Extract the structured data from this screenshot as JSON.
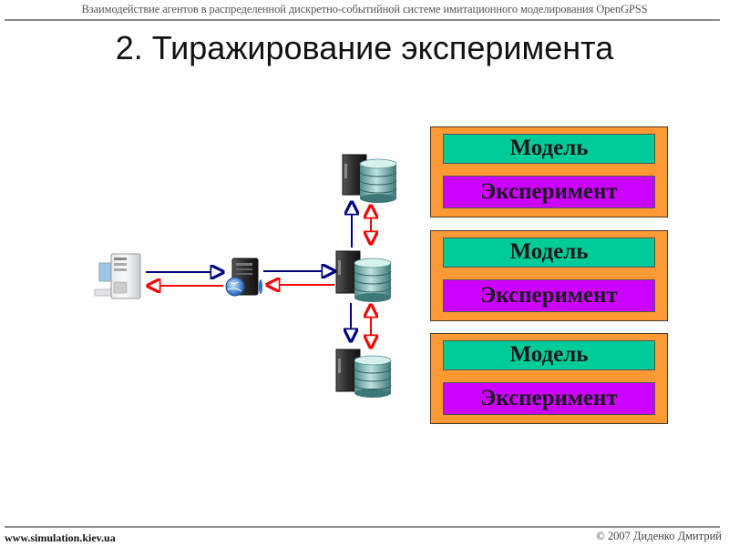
{
  "header": {
    "subtitle": "Взаимодействие агентов в распределенной дискретно-событийной системе имитационного моделирования OpenGPSS"
  },
  "slide": {
    "title": "2. Тиражирование эксперимента"
  },
  "diagram": {
    "nodes": [
      {
        "id": "workstation",
        "icon": "desktop-computer-icon"
      },
      {
        "id": "gateway-server",
        "icon": "web-server-icon"
      },
      {
        "id": "server-top",
        "icon": "database-server-icon"
      },
      {
        "id": "server-middle",
        "icon": "database-server-icon"
      },
      {
        "id": "server-bottom",
        "icon": "database-server-icon"
      }
    ],
    "colors": {
      "request_arrow": "#000080",
      "response_arrow": "#ff0000",
      "block_bg": "#ff9933",
      "model_bg": "#00cc99",
      "experiment_bg": "#cc00ff"
    },
    "blocks": [
      {
        "model": "Модель",
        "experiment": "Эксперимент"
      },
      {
        "model": "Модель",
        "experiment": "Эксперимент"
      },
      {
        "model": "Модель",
        "experiment": "Эксперимент"
      }
    ]
  },
  "footer": {
    "website": "www.simulation.kiev.ua",
    "copyright": "© 2007 Диденко Дмитрий"
  }
}
